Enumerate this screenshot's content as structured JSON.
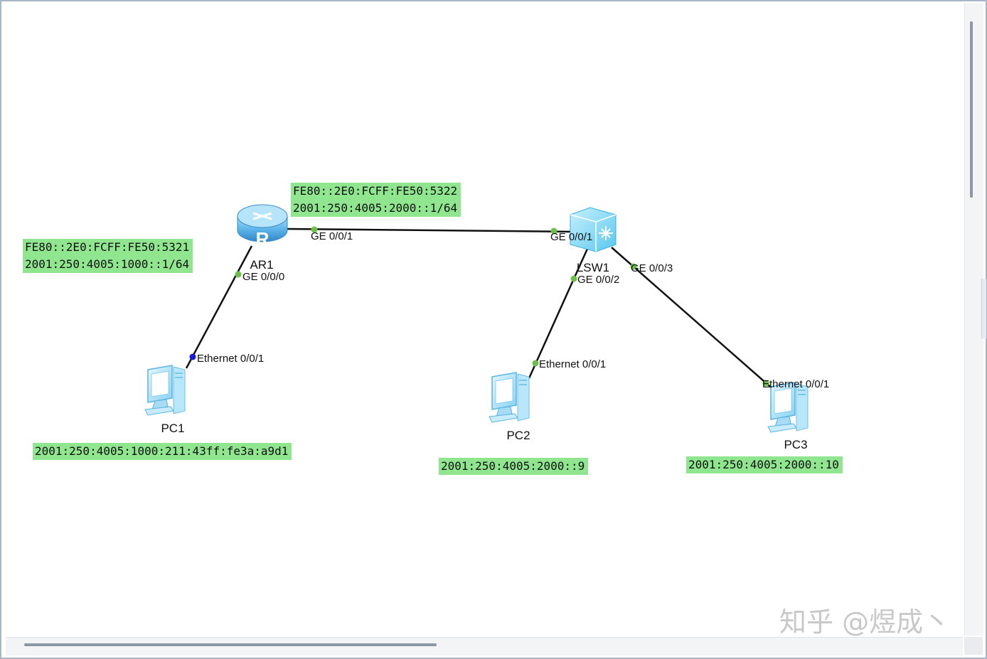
{
  "devices": {
    "ar1": {
      "name": "AR1"
    },
    "lsw1": {
      "name": "LSW1"
    },
    "pc1": {
      "name": "PC1"
    },
    "pc2": {
      "name": "PC2"
    },
    "pc3": {
      "name": "PC3"
    }
  },
  "ports": {
    "ar1_ge001": "GE 0/0/1",
    "ar1_ge000": "GE 0/0/0",
    "lsw1_ge001": "GE 0/0/1",
    "lsw1_ge002": "GE 0/0/2",
    "lsw1_ge003": "GE 0/0/3",
    "pc1_eth": "Ethernet 0/0/1",
    "pc2_eth": "Ethernet 0/0/1",
    "pc3_eth": "Ethernet 0/0/1"
  },
  "addresses": {
    "ar1_g1_line1": "FE80::2E0:FCFF:FE50:5322",
    "ar1_g1_line2": "2001:250:4005:2000::1/64",
    "ar1_g0_line1": "FE80::2E0:FCFF:FE50:5321",
    "ar1_g0_line2": "2001:250:4005:1000::1/64",
    "pc1": "2001:250:4005:1000:211:43ff:fe3a:a9d1",
    "pc2": "2001:250:4005:2000::9",
    "pc3": "2001:250:4005:2000::10"
  },
  "colors": {
    "label_background": "#8fe68f",
    "port_up": "#6cc04a",
    "port_pc1": "#1a1adc",
    "device_blue": "#5fb6ea"
  },
  "watermark": "知乎 @煜成丶",
  "icons": {
    "router": "router-icon",
    "switch": "switch-icon",
    "pc": "pc-icon"
  }
}
